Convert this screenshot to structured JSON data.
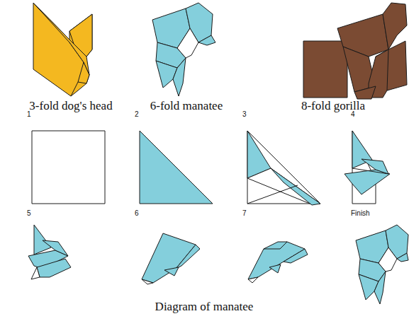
{
  "diagram": {
    "labels": [
      "3-fold dog's head",
      "6-fold manatee",
      "8-fold gorilla",
      "1",
      "2",
      "3",
      "4",
      "5",
      "6",
      "7",
      "Finish",
      "Diagram of manatee"
    ]
  }
}
